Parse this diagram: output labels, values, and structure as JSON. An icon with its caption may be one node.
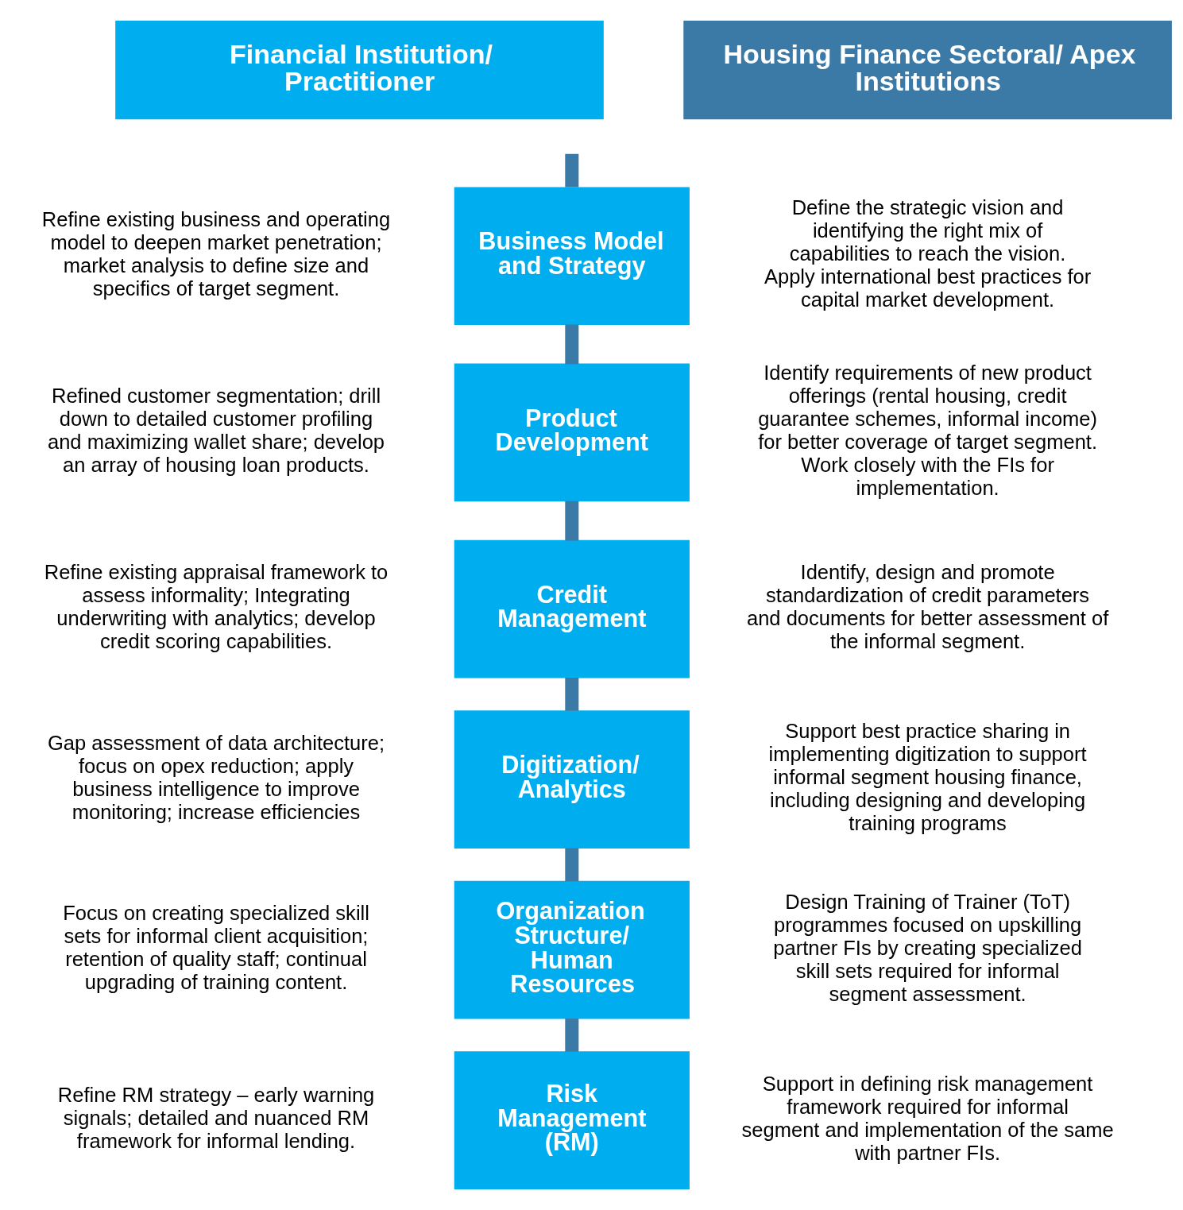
{
  "diagram": {
    "nodes": [
      {
        "text": [
          "Financial Institution/ Practitioner"
        ]
      },
      {
        "text": [
          "Housing Finance Sectoral/ Apex Institutions"
        ]
      },
      {
        "text": [
          "Business Model and Strategy"
        ]
      },
      {
        "text": [
          "Product Development"
        ]
      },
      {
        "text": [
          "Credit Management"
        ]
      },
      {
        "text": [
          "Digitization/ Analytics"
        ]
      },
      {
        "text": [
          "Organization Structure/ Human Resources"
        ]
      },
      {
        "text": [
          "Risk Management (RM)"
        ]
      }
    ],
    "edges": [
      {
        "from": null,
        "to": 2,
        "arrow": "none"
      },
      {
        "from": 2,
        "to": 3,
        "arrow": "none"
      },
      {
        "from": 3,
        "to": 4,
        "arrow": "none"
      },
      {
        "from": 4,
        "to": 5,
        "arrow": "none"
      },
      {
        "from": 5,
        "to": 6,
        "arrow": "none"
      },
      {
        "from": 6,
        "to": 7,
        "arrow": "none"
      }
    ],
    "labels": [
      "Refine existing business and operating model to deepen market penetration; market analysis to define size and specifics of target segment.",
      "Define the strategic vision and identifying the right mix of capabilities to reach the vision. Apply international best practices for capital market development.",
      "Refined customer segmentation; drill down to detailed customer profiling and maximizing wallet share; develop an array of housing loan products.",
      "Identify requirements of new product offerings (rental housing, credit guarantee schemes, informal income) for better coverage of target segment. Work closely with the FIs for implementation.",
      "Refine existing appraisal framework to assess informality; Integrating underwriting with analytics; develop credit scoring capabilities.",
      "Identify, design and promote standardization of credit parameters and documents for better assessment of the informal segment.",
      "Gap assessment of data architecture; focus on opex reduction; apply business intelligence to improve monitoring; increase efficiencies",
      "Support best practice sharing in implementing digitization to support informal segment housing finance, including designing and developing training programs",
      "Focus on creating specialized skill sets for informal client acquisition; retention of quality staff; continual upgrading of training content.",
      "Design Training of Trainer (ToT) programmes focused on upskilling partner FIs by creating specialized skill sets required for informal segment assessment.",
      "Refine RM strategy – early warning signals; detailed and nuanced RM framework for informal lending.",
      "Support in defining risk management framework required for informal segment and implementation of the same with partner FIs."
    ]
  }
}
